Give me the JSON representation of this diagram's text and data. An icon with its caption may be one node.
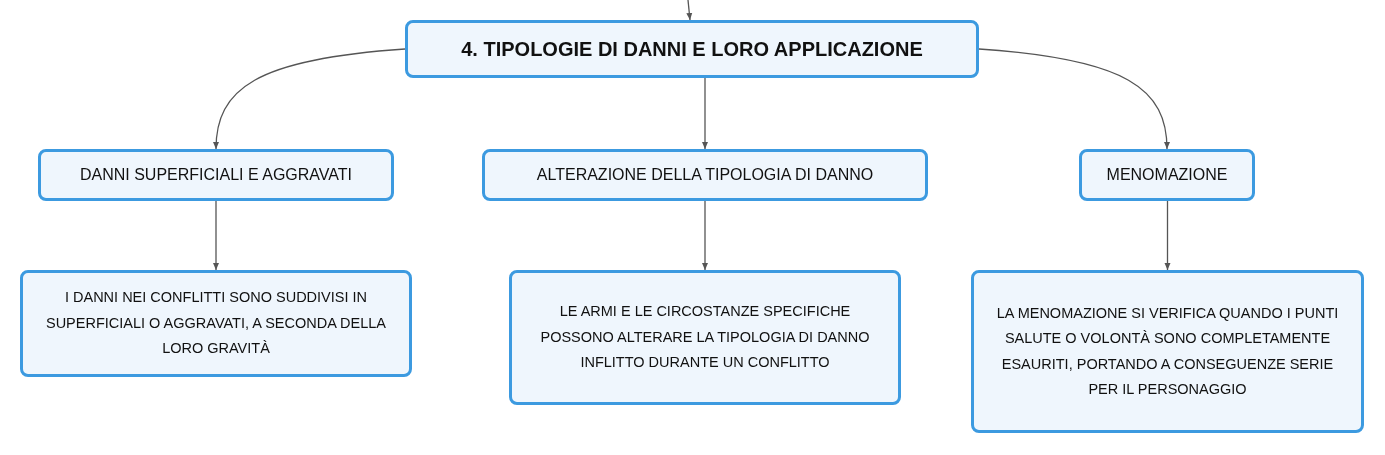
{
  "diagram": {
    "nodes": [
      {
        "text": [
          "4. TIPOLOGIE DI DANNI E LORO APPLICAZIONE"
        ]
      },
      {
        "text": [
          "DANNI SUPERFICIALI E AGGRAVATI"
        ]
      },
      {
        "text": [
          "ALTERAZIONE DELLA TIPOLOGIA DI DANNO"
        ]
      },
      {
        "text": [
          "MENOMAZIONE"
        ]
      },
      {
        "text": [
          "I DANNI NEI CONFLITTI SONO SUDDIVISI IN SUPERFICIALI O AGGRAVATI, A SECONDA DELLA LORO GRAVITÀ"
        ]
      },
      {
        "text": [
          "LE ARMI E LE CIRCOSTANZE SPECIFICHE POSSONO ALTERARE LA TIPOLOGIA DI DANNO INFLITTO DURANTE UN CONFLITTO"
        ]
      },
      {
        "text": [
          "LA MENOMAZIONE SI VERIFICA QUANDO I PUNTI SALUTE O VOLONTÀ SONO COMPLETAMENTE ESAURITI, PORTANDO A CONSEGUENZE SERIE PER IL PERSONAGGIO"
        ]
      }
    ],
    "edges": [
      {
        "from": null,
        "to": 0,
        "arrow": "to"
      },
      {
        "from": 0,
        "to": 1,
        "arrow": "to"
      },
      {
        "from": 0,
        "to": 2,
        "arrow": "to"
      },
      {
        "from": 0,
        "to": 3,
        "arrow": "to"
      },
      {
        "from": 1,
        "to": 4,
        "arrow": "to"
      },
      {
        "from": 2,
        "to": 5,
        "arrow": "to"
      },
      {
        "from": 3,
        "to": 6,
        "arrow": "to"
      }
    ]
  }
}
